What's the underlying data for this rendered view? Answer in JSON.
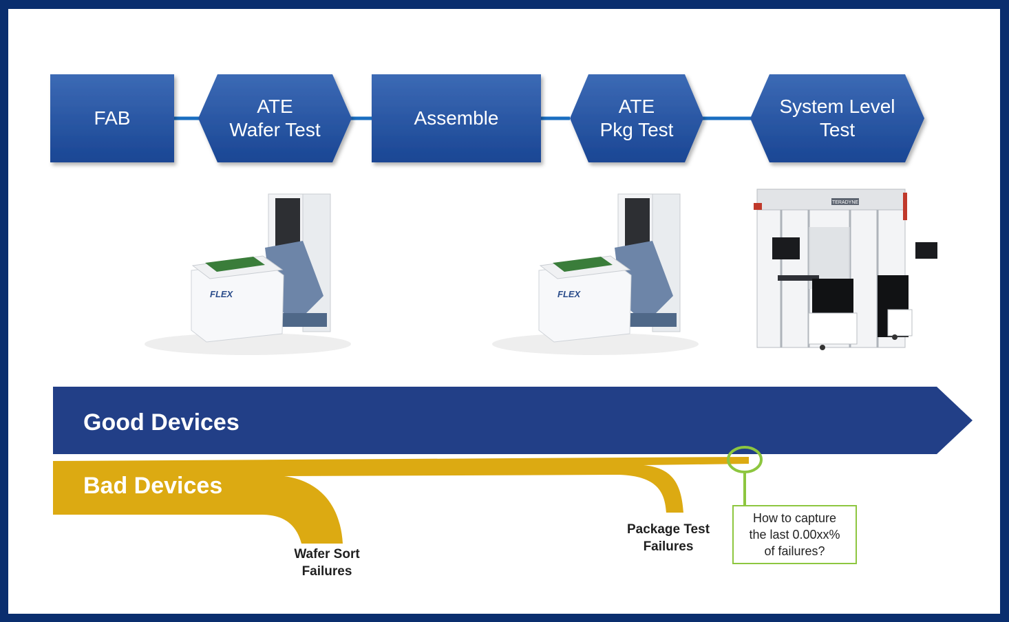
{
  "flow": {
    "steps": [
      {
        "label": "FAB",
        "shape": "rect"
      },
      {
        "label": "ATE\nWafer Test",
        "shape": "hexagon"
      },
      {
        "label": "Assemble",
        "shape": "rect"
      },
      {
        "label": "ATE\nPkg Test",
        "shape": "hexagon"
      },
      {
        "label": "System Level\nTest",
        "shape": "hexagon"
      }
    ]
  },
  "equipment": [
    {
      "icon": "wafer-test-handler-image",
      "badge": "FLEX"
    },
    {
      "icon": "package-test-handler-image",
      "badge": "FLEX"
    },
    {
      "icon": "system-level-test-cell-image",
      "badge": "TERADYNE"
    }
  ],
  "bands": {
    "good": "Good Devices",
    "bad": "Bad Devices"
  },
  "failures": {
    "wafer_sort": "Wafer Sort\nFailures",
    "package_test": "Package Test\nFailures"
  },
  "callout": "How to capture\nthe last 0.00xx%\nof failures?",
  "colors": {
    "step_fill": "#1f4f9e",
    "good_band": "#223f87",
    "bad_band": "#dcaa12",
    "callout_border": "#8dc63f",
    "frame": "#0a2e6e"
  }
}
